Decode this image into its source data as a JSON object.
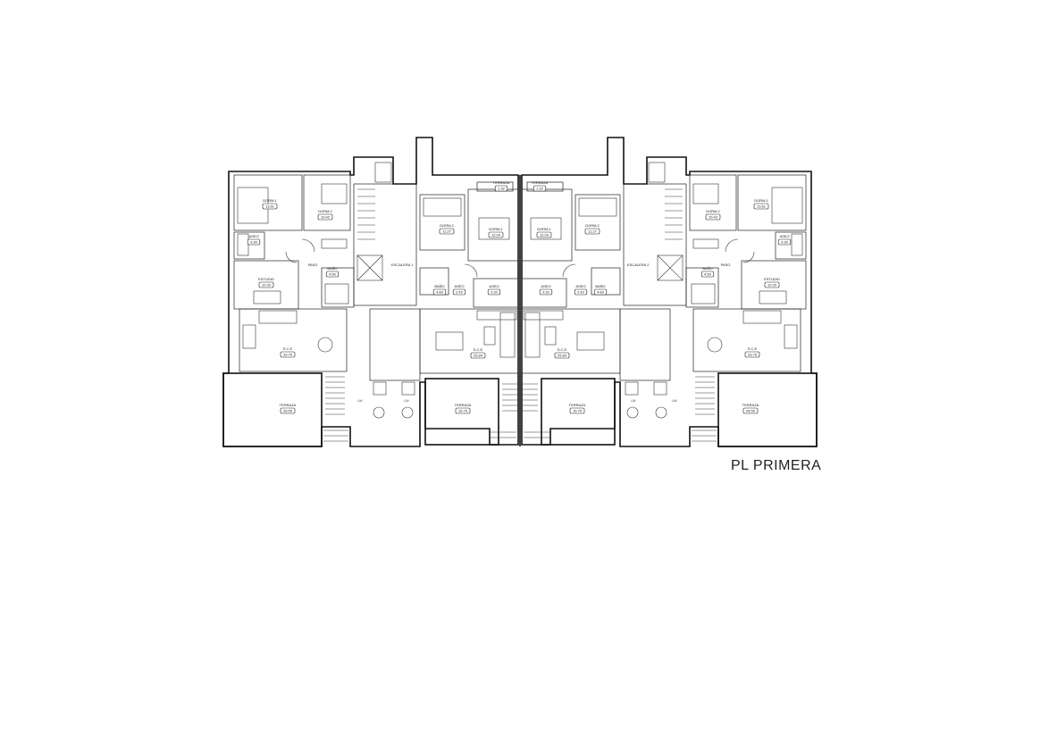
{
  "plan": {
    "caption": "PL PRIMERA",
    "stairs": [
      "ESCALERA 1",
      "ESCALERA 2"
    ],
    "rooms": [
      {
        "id": "dorm1-a",
        "label": "DORM.1",
        "area": "13.61"
      },
      {
        "id": "dorm2-a",
        "label": "DORM.2",
        "area": "10.42"
      },
      {
        "id": "aseo-a",
        "label": "ASEO",
        "area": "3.30"
      },
      {
        "id": "estudio-a",
        "label": "ESTUDIO",
        "area": "10.20"
      },
      {
        "id": "paso-a",
        "label": "PASO",
        "area": ""
      },
      {
        "id": "bano-a",
        "label": "BAÑO",
        "area": "4.50"
      },
      {
        "id": "sce-a",
        "label": "S.C.E",
        "area": "33.75"
      },
      {
        "id": "terraza-a",
        "label": "TERRAZA",
        "area": "28.55"
      },
      {
        "id": "terr-b",
        "label": "TERRAZA",
        "area": "1.32"
      },
      {
        "id": "dorm2-b",
        "label": "DORM.2",
        "area": "11.27"
      },
      {
        "id": "dorm1-b",
        "label": "DORM.1",
        "area": "12.03"
      },
      {
        "id": "bano-b",
        "label": "BAÑO",
        "area": "4.83"
      },
      {
        "id": "aseo-b",
        "label": "ASEO",
        "area": "2.42"
      },
      {
        "id": "aseo-b2",
        "label": "ASEO",
        "area": "3.32"
      },
      {
        "id": "sce-b",
        "label": "S.C.E",
        "area": "25.84"
      },
      {
        "id": "terraza-b",
        "label": "TERRAZA",
        "area": "15.75"
      },
      {
        "id": "terr-c",
        "label": "TERRAZA",
        "area": "1.32"
      },
      {
        "id": "dorm1-c",
        "label": "DORM.1",
        "area": "12.03"
      },
      {
        "id": "dorm2-c",
        "label": "DORM.2",
        "area": "11.27"
      },
      {
        "id": "aseo-c",
        "label": "ASEO",
        "area": "3.32"
      },
      {
        "id": "aseo-c2",
        "label": "ASEO",
        "area": "2.42"
      },
      {
        "id": "bano-c",
        "label": "BAÑO",
        "area": "4.83"
      },
      {
        "id": "sce-c",
        "label": "S.C.E",
        "area": "25.84"
      },
      {
        "id": "terraza-c",
        "label": "TERRAZA",
        "area": "15.75"
      },
      {
        "id": "dorm2-d",
        "label": "DORM.2",
        "area": "10.42"
      },
      {
        "id": "dorm1-d",
        "label": "DORM.1",
        "area": "13.61"
      },
      {
        "id": "aseo-d",
        "label": "ASEO",
        "area": "3.30"
      },
      {
        "id": "bano-d",
        "label": "BAÑO",
        "area": "4.50"
      },
      {
        "id": "paso-d",
        "label": "PASO",
        "area": ""
      },
      {
        "id": "estudio-d",
        "label": "ESTUDIO",
        "area": "10.20"
      },
      {
        "id": "sce-d",
        "label": "S.C.E",
        "area": "33.75"
      },
      {
        "id": "terraza-d",
        "label": "TERRAZA",
        "area": "28.55"
      }
    ],
    "lav": [
      "LAV",
      "LAV",
      "LAV",
      "LAV"
    ]
  }
}
